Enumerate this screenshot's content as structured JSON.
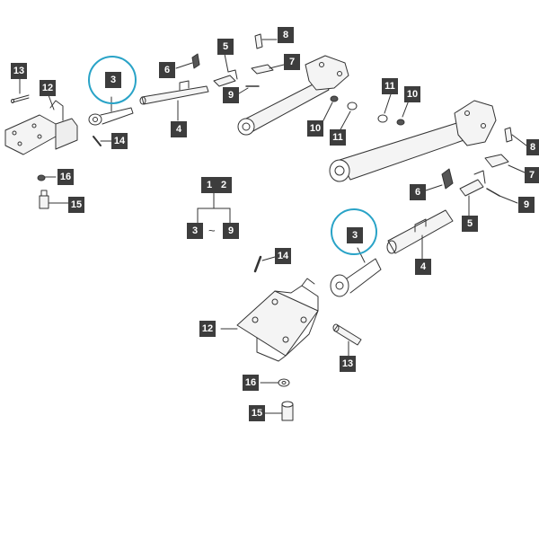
{
  "callouts": {
    "c13a": "13",
    "c12a": "12",
    "c3a": "3",
    "c14a": "14",
    "c16a": "16",
    "c15a": "15",
    "c6a": "6",
    "c5a": "5",
    "c8a": "8",
    "c7a": "7",
    "c9a": "9",
    "c4a": "4",
    "c10a": "10",
    "c11a": "11",
    "c11b": "11",
    "c10b": "10",
    "c8b": "8",
    "c7b": "7",
    "c9b": "9",
    "c6b": "6",
    "c5b": "5",
    "c3b": "3",
    "c4b": "4",
    "c14b": "14",
    "c12b": "12",
    "c13b": "13",
    "c16b": "16",
    "c15b": "15",
    "k1": "1",
    "k2": "2",
    "k3": "3",
    "k9": "9",
    "tilde": "~"
  },
  "colors": {
    "highlight": "#29a3c7",
    "callout_bg": "#3d3d3d",
    "line": "#333333"
  }
}
